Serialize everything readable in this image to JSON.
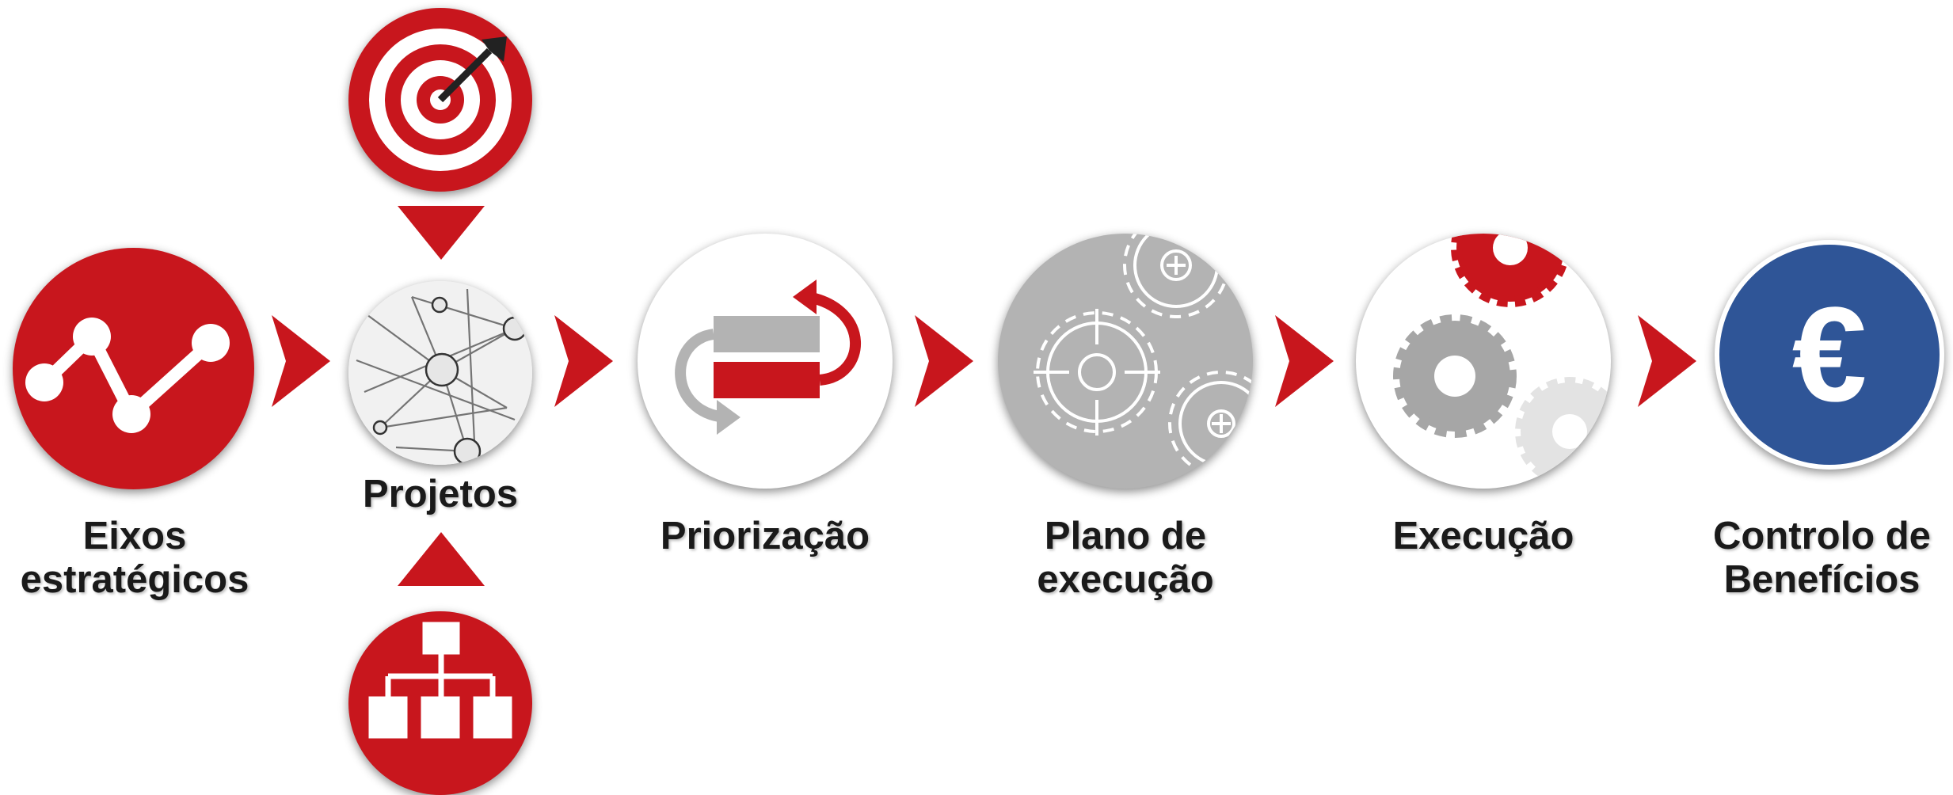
{
  "colors": {
    "accent_red": "#c8161d",
    "gear_gray": "#b3b3b3",
    "euro_blue": "#2f5597"
  },
  "steps": [
    {
      "label": "Eixos estratégicos",
      "icon": "trend-chart-icon"
    },
    {
      "label": "Projetos",
      "icon": "network-sketch-icon"
    },
    {
      "label": "Priorização",
      "icon": "priority-swap-icon"
    },
    {
      "label": "Plano de execução",
      "icon": "gears-plan-icon"
    },
    {
      "label": "Execução",
      "icon": "gears-execution-icon"
    },
    {
      "label": "Controlo de Benefícios",
      "icon": "euro-icon"
    }
  ],
  "inputs": [
    {
      "icon": "target-icon"
    },
    {
      "icon": "org-chart-icon"
    }
  ],
  "labels": {
    "step1_line1": "Eixos",
    "step1_line2": "estratégicos",
    "step2": "Projetos",
    "step3": "Priorização",
    "step4_line1": "Plano de",
    "step4_line2": "execução",
    "step5": "Execução",
    "step6_line1": "Controlo de",
    "step6_line2": "Benefícios",
    "euro_symbol": "€"
  }
}
